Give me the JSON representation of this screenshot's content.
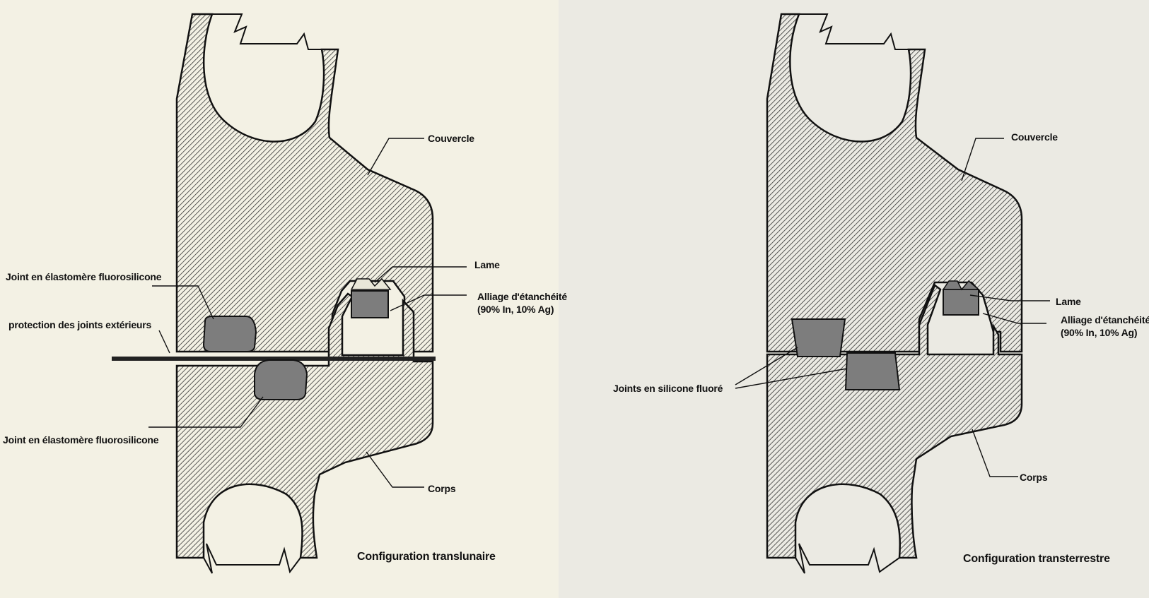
{
  "colors": {
    "background_left": "#f3f1e4",
    "background_right": "#ebeae3",
    "hatch": "#333333",
    "seal": "#7d7d7d",
    "outline": "#111111"
  },
  "left": {
    "label_couvercle": "Couvercle",
    "label_lame": "Lame",
    "label_alliage_line1": "Alliage d'étanchéité",
    "label_alliage_line2": "(90% In, 10% Ag)",
    "label_joint_top": "Joint en élastomère fluorosilicone",
    "label_protection": "protection des joints extérieurs",
    "label_joint_bottom": "Joint en élastomère fluorosilicone",
    "label_corps": "Corps",
    "caption": "Configuration translunaire"
  },
  "right": {
    "label_couvercle": "Couvercle",
    "label_lame": "Lame",
    "label_alliage_line1": "Alliage d'étanchéité",
    "label_alliage_line2": "(90% In, 10% Ag)",
    "label_joints": "Joints en silicone fluoré",
    "label_corps": "Corps",
    "caption": "Configuration transterrestre"
  }
}
